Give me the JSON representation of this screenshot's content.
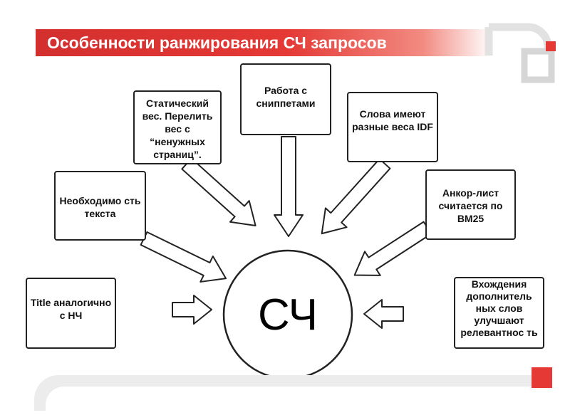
{
  "header": {
    "title": "Особенности ранжирования СЧ запросов",
    "accent_color": "#e53935"
  },
  "center": {
    "label": "СЧ"
  },
  "nodes": {
    "static_weight": "Статический вес. Перелить вес с “ненужных страниц”.",
    "snippets": "Работа с сниппетами",
    "idf": "Слова имеют разные веса IDF",
    "text_need": "Необходимо сть текста",
    "anchor": "Анкор-лист считается по BM25",
    "title": "Title аналогично с НЧ",
    "extra_words": "Вхождения дополнитель ных слов улучшают релевантнос ть"
  }
}
